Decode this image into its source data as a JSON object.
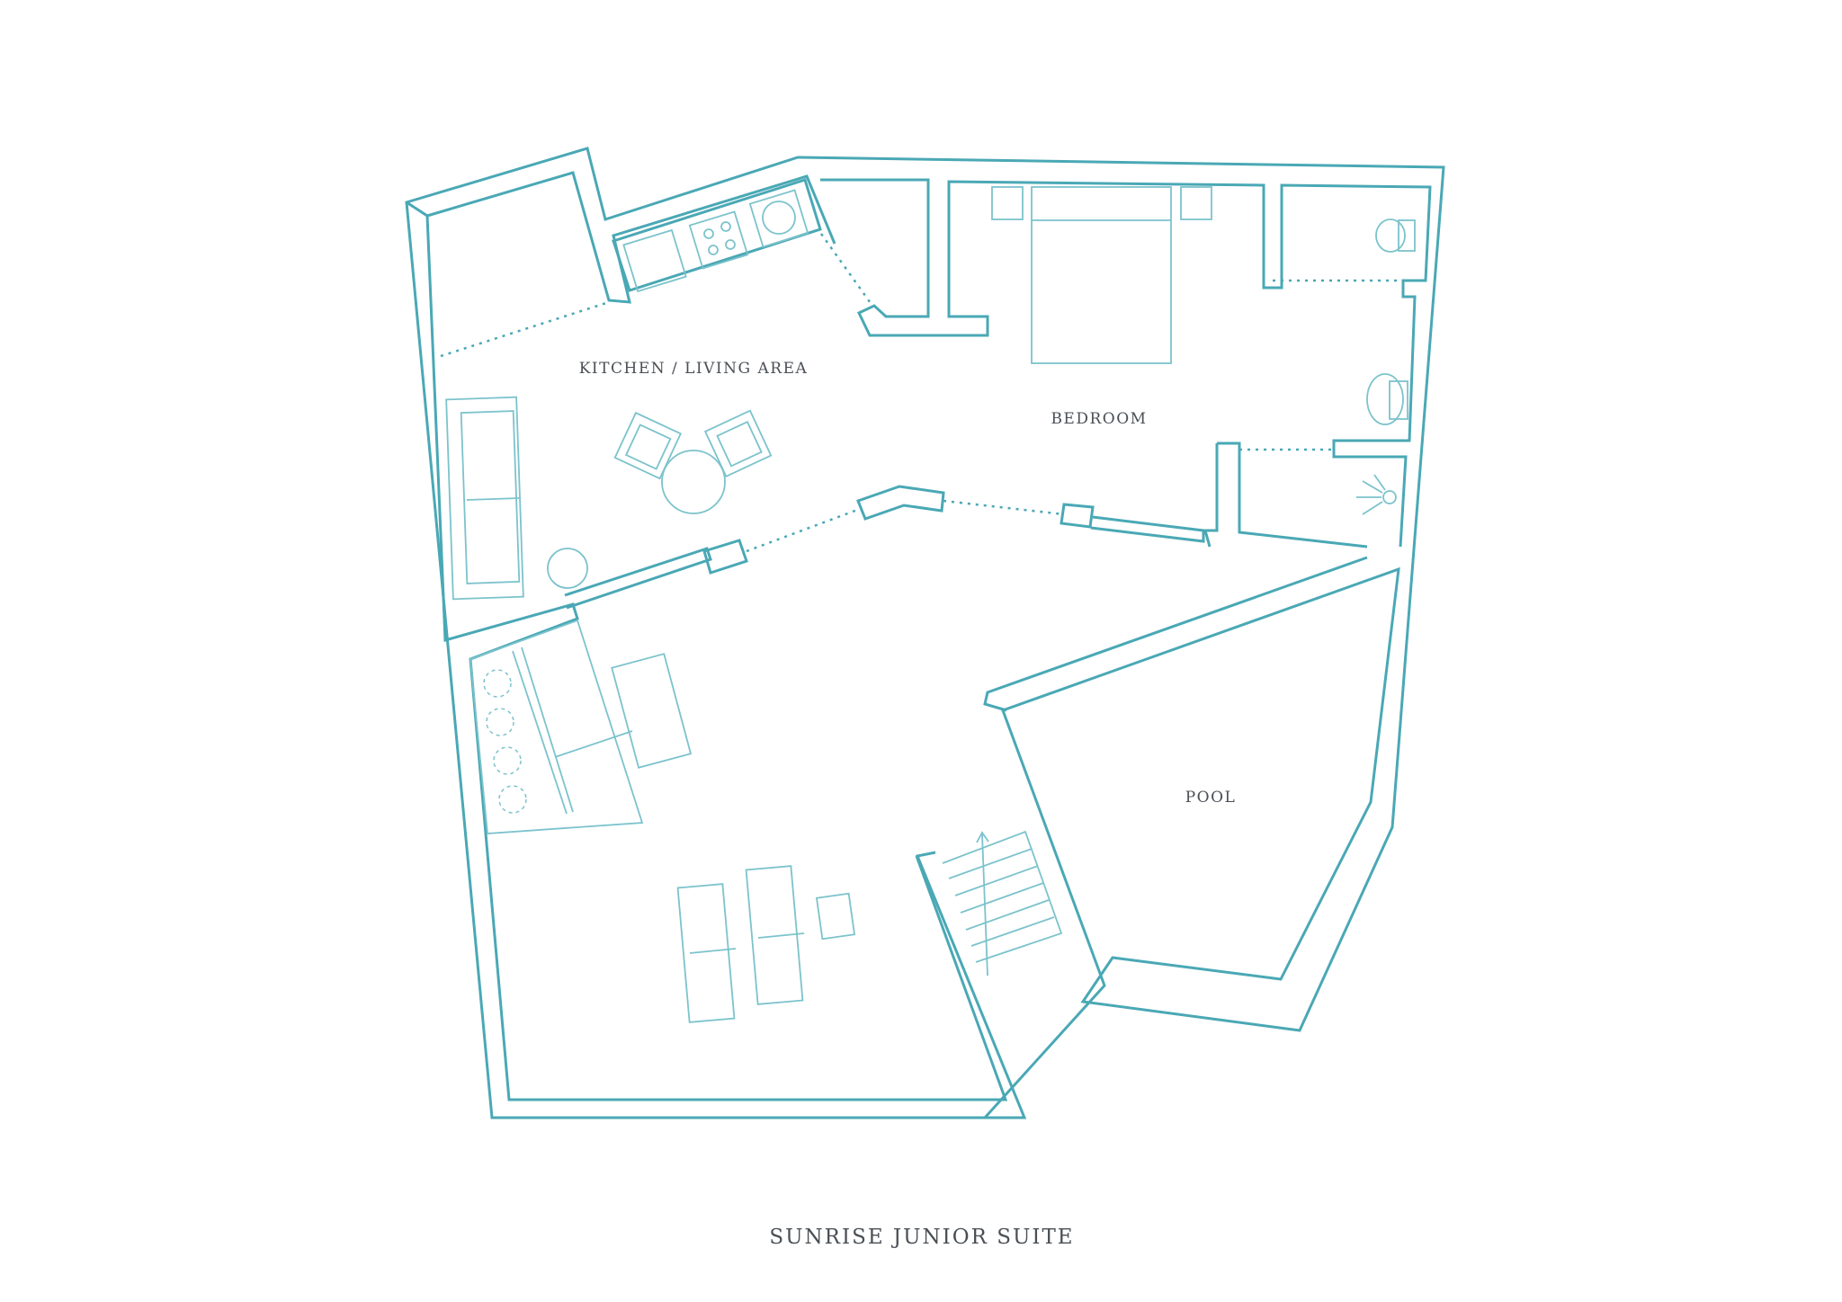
{
  "plan": {
    "title": "SUNRISE JUNIOR SUITE",
    "rooms": {
      "kitchen_living": "KITCHEN / LIVING AREA",
      "bedroom": "BEDROOM",
      "pool": "POOL"
    },
    "colors": {
      "wall": "#4aa8b5",
      "furniture": "#7cc3cc",
      "text": "#4a4f55",
      "background": "#ffffff"
    }
  }
}
